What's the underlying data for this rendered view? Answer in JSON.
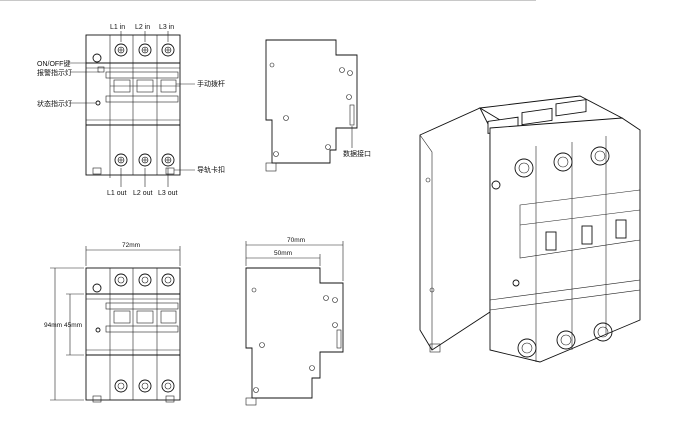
{
  "front_view": {
    "terminal_in_labels": [
      "L1 in",
      "L2 in",
      "L3 in"
    ],
    "terminal_out_labels": [
      "L1 out",
      "L2 out",
      "L3 out"
    ],
    "callouts": {
      "onoff_line1": "ON/OFF键",
      "onoff_line2": "报警指示灯",
      "status_led": "状态指示灯",
      "manual_lever": "手动拨杆",
      "din_clip": "导轨卡扣"
    }
  },
  "side_view": {
    "callouts": {
      "data_port": "数据接口"
    }
  },
  "dimensions": {
    "width": "72mm",
    "height_total": "94mm",
    "height_inner": "45mm",
    "depth_total": "70mm",
    "depth_inner": "50mm"
  }
}
